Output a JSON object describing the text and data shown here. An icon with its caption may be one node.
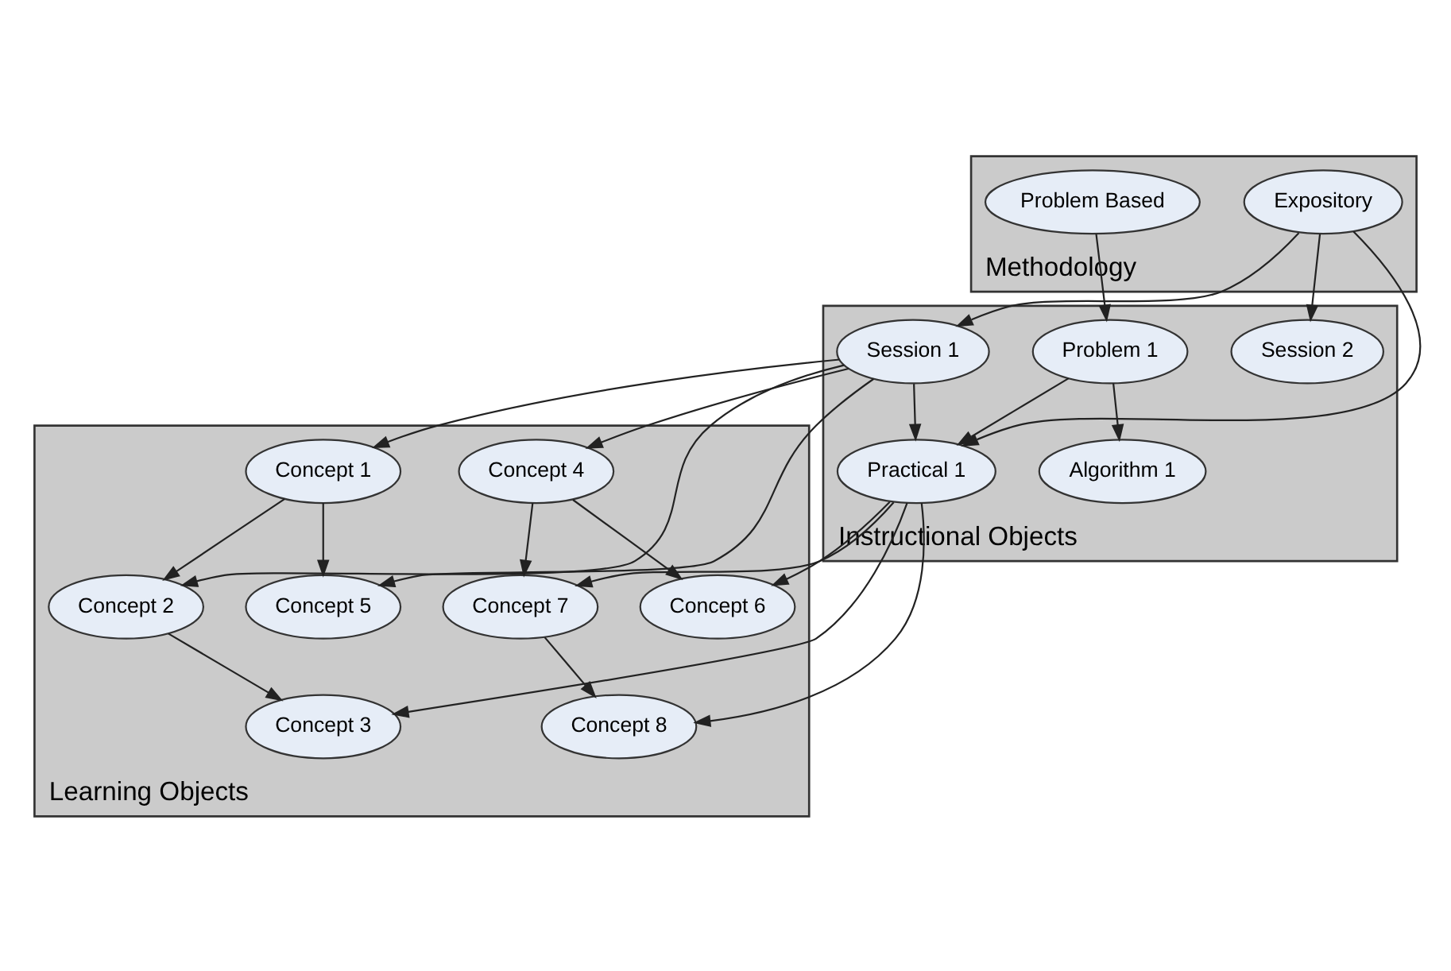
{
  "diagram": {
    "nodes": [
      {
        "text": [
          "Methodology"
        ]
      },
      {
        "text": [
          "Expository"
        ],
        "in": 0
      },
      {
        "text": [
          "Problem Based"
        ],
        "in": 0
      },
      {
        "text": [
          "Instructional Objects"
        ]
      },
      {
        "text": [
          "Session 1"
        ],
        "in": 3
      },
      {
        "text": [
          "Session 2"
        ],
        "in": 3
      },
      {
        "text": [
          "Practical 1"
        ],
        "in": 3
      },
      {
        "text": [
          "Problem 1"
        ],
        "in": 3
      },
      {
        "text": [
          "Algorithm 1"
        ],
        "in": 3
      },
      {
        "text": [
          "Learning Objects"
        ]
      },
      {
        "text": [
          "Concept 1"
        ],
        "in": 9
      },
      {
        "text": [
          "Concept 2"
        ],
        "in": 9
      },
      {
        "text": [
          "Concept 3"
        ],
        "in": 9
      },
      {
        "text": [
          "Concept 4"
        ],
        "in": 9
      },
      {
        "text": [
          "Concept 5"
        ],
        "in": 9
      },
      {
        "text": [
          "Concept 6"
        ],
        "in": 9
      },
      {
        "text": [
          "Concept 7"
        ],
        "in": 9
      },
      {
        "text": [
          "Concept 8"
        ],
        "in": 9
      }
    ],
    "edges": [
      {
        "from": 1,
        "to": 4,
        "arrow": "to"
      },
      {
        "from": 1,
        "to": 5,
        "arrow": "to"
      },
      {
        "from": 1,
        "to": 6,
        "arrow": "to"
      },
      {
        "from": 2,
        "to": 7,
        "arrow": "to"
      },
      {
        "from": 4,
        "to": 6,
        "arrow": "to"
      },
      {
        "from": 7,
        "to": 6,
        "arrow": "to"
      },
      {
        "from": 7,
        "to": 8,
        "arrow": "to"
      },
      {
        "from": 4,
        "to": 14,
        "arrow": "to"
      },
      {
        "from": 4,
        "to": 10,
        "arrow": "to"
      },
      {
        "from": 4,
        "to": 11,
        "arrow": "to"
      },
      {
        "from": 4,
        "to": 13,
        "arrow": "to"
      },
      {
        "from": 6,
        "to": 12,
        "arrow": "to"
      },
      {
        "from": 6,
        "to": 15,
        "arrow": "to"
      },
      {
        "from": 6,
        "to": 16,
        "arrow": "to"
      },
      {
        "from": 6,
        "to": 17,
        "arrow": "to"
      },
      {
        "from": 10,
        "to": 14,
        "arrow": "to"
      },
      {
        "from": 10,
        "to": 11,
        "arrow": "to"
      },
      {
        "from": 11,
        "to": 12,
        "arrow": "to"
      },
      {
        "from": 13,
        "to": 15,
        "arrow": "to"
      },
      {
        "from": 13,
        "to": 16,
        "arrow": "to"
      },
      {
        "from": 16,
        "to": 17,
        "arrow": "to"
      }
    ]
  }
}
